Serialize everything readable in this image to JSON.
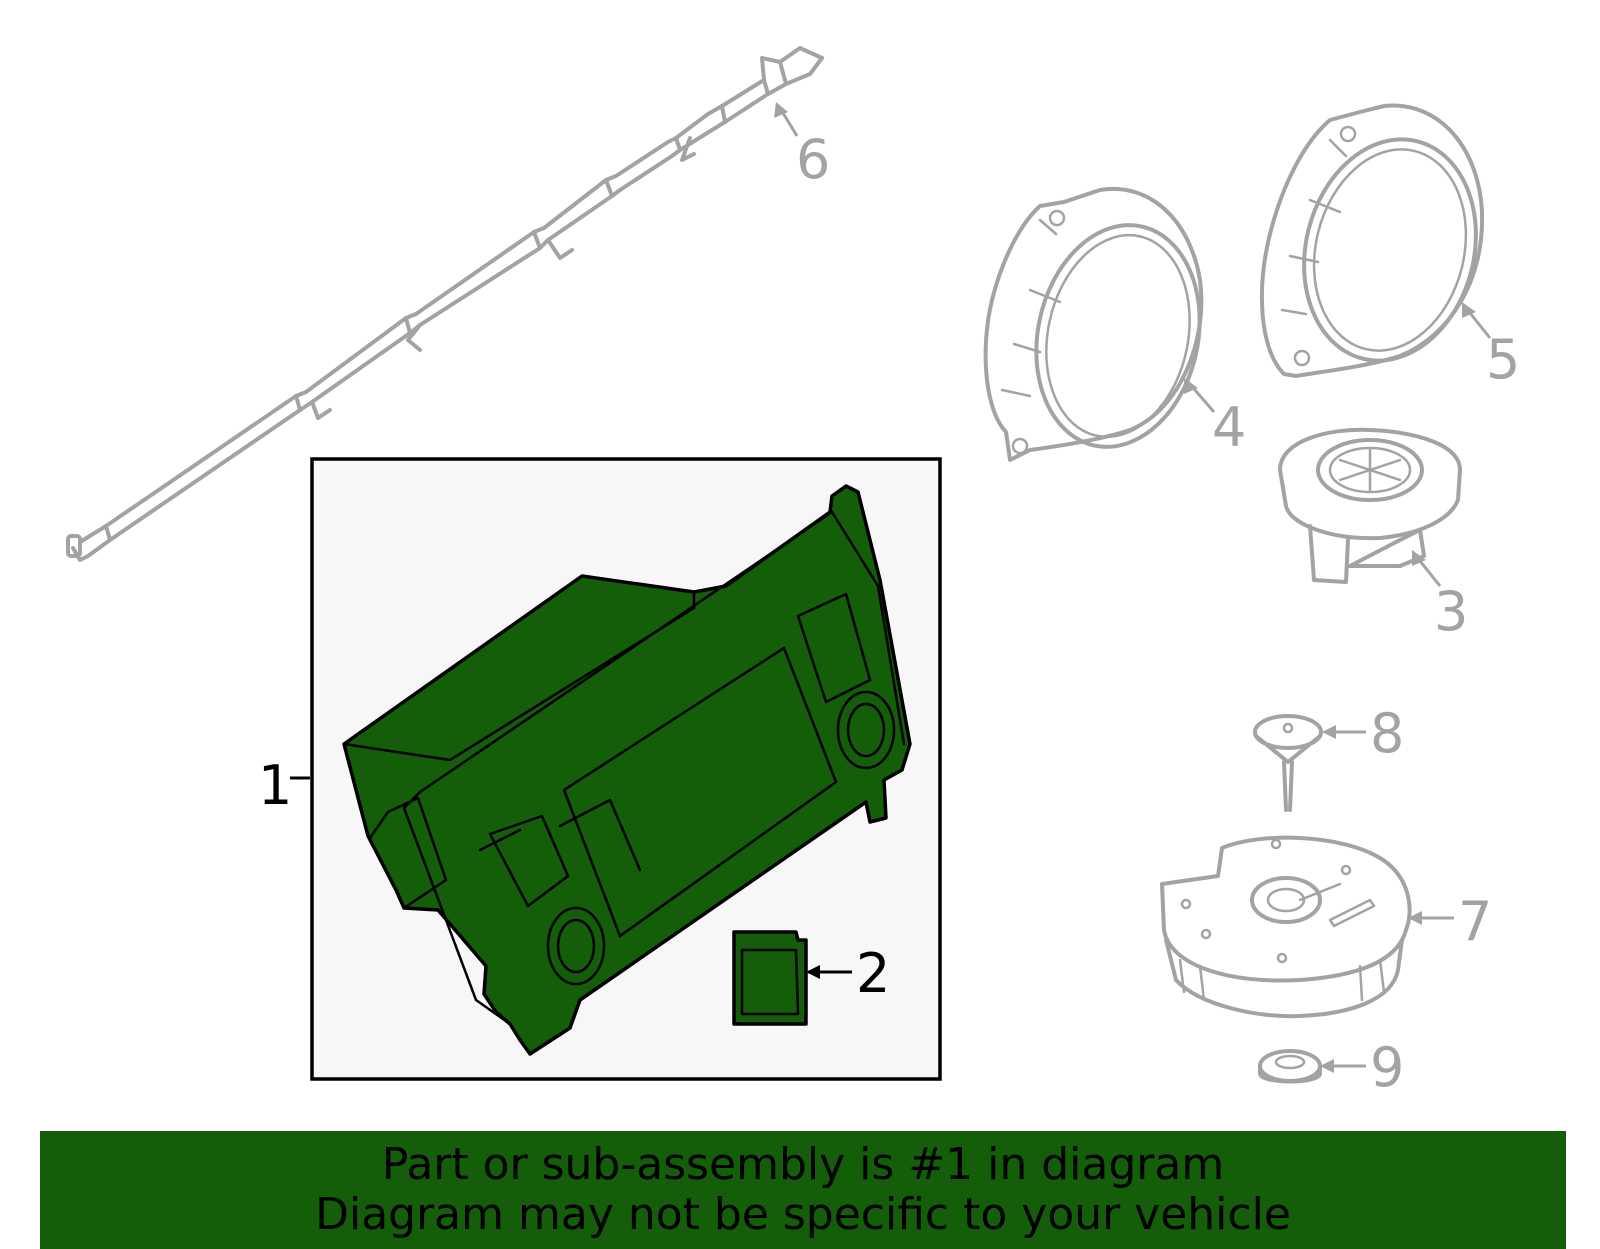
{
  "colors": {
    "highlight_fill": "#145e09",
    "banner_fill": "#145e09",
    "inactive_part": "#a3a3a3",
    "highlight_box_bg": "#f7f7f7"
  },
  "callouts": {
    "c1": "1",
    "c2": "2",
    "c3": "3",
    "c4": "4",
    "c5": "5",
    "c6": "6",
    "c7": "7",
    "c8": "8",
    "c9": "9"
  },
  "banner": {
    "line1": "Part or sub-assembly is #1 in diagram",
    "line2": "Diagram may not be specific to your vehicle"
  }
}
